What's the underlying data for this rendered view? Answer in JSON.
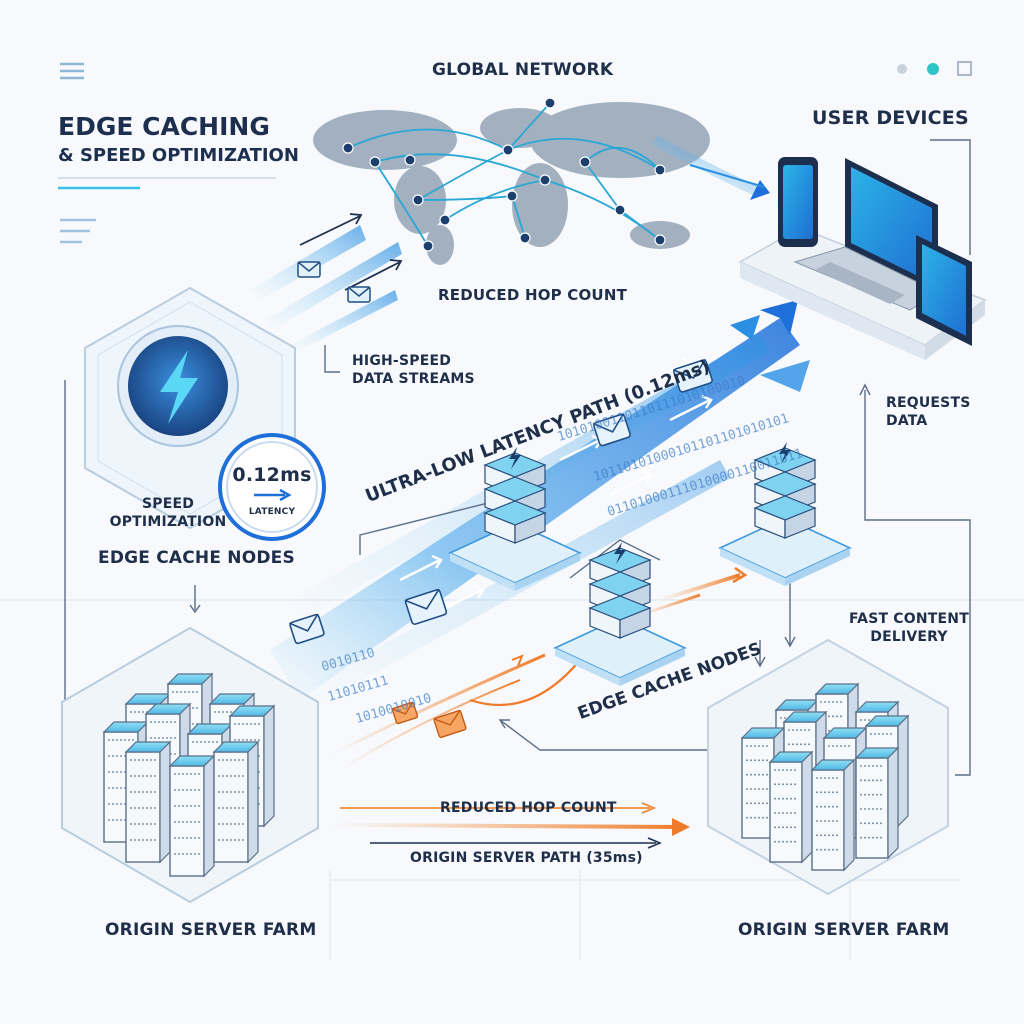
{
  "header": {
    "title_line1": "EDGE CACHING",
    "title_line2": "& SPEED OPTIMIZATION",
    "network_label": "GLOBAL NETWORK"
  },
  "window_controls": {
    "icons": [
      "menu-icon",
      "dot-gray-icon",
      "dot-teal-icon",
      "square-icon"
    ]
  },
  "labels": {
    "user_devices": "USER DEVICES",
    "reduced_hop_top": "REDUCED HOP COUNT",
    "high_speed": "HIGH-SPEED\nDATA STREAMS",
    "ultra_low": "ULTRA-LOW LATENCY PATH (0.12ms)",
    "requests_data": "REQUESTS\nDATA",
    "speed_optimization": "SPEED\nOPTIMIZATION",
    "edge_cache_left": "EDGE CACHE NODES",
    "edge_cache_center": "EDGE CACHE NODES",
    "fast_content": "FAST CONTENT\nDELIVERY",
    "reduced_hop_bottom": "REDUCED HOP COUNT",
    "origin_path": "ORIGIN SERVER PATH (35ms)",
    "origin_left": "ORIGIN SERVER FARM",
    "origin_right": "ORIGIN SERVER FARM"
  },
  "latency_badge": {
    "value": "0.12ms",
    "caption": "LATENCY"
  },
  "binary_strings": [
    "1010100110110111010100010",
    "10110101000101101101010101",
    "01101000111010000110011011",
    "0010110",
    "11010111",
    "1010010010"
  ],
  "colors": {
    "accent_blue": "#1e88e5",
    "cyan": "#39c3e6",
    "orange": "#f08a3c",
    "navy": "#1d2f4f"
  }
}
